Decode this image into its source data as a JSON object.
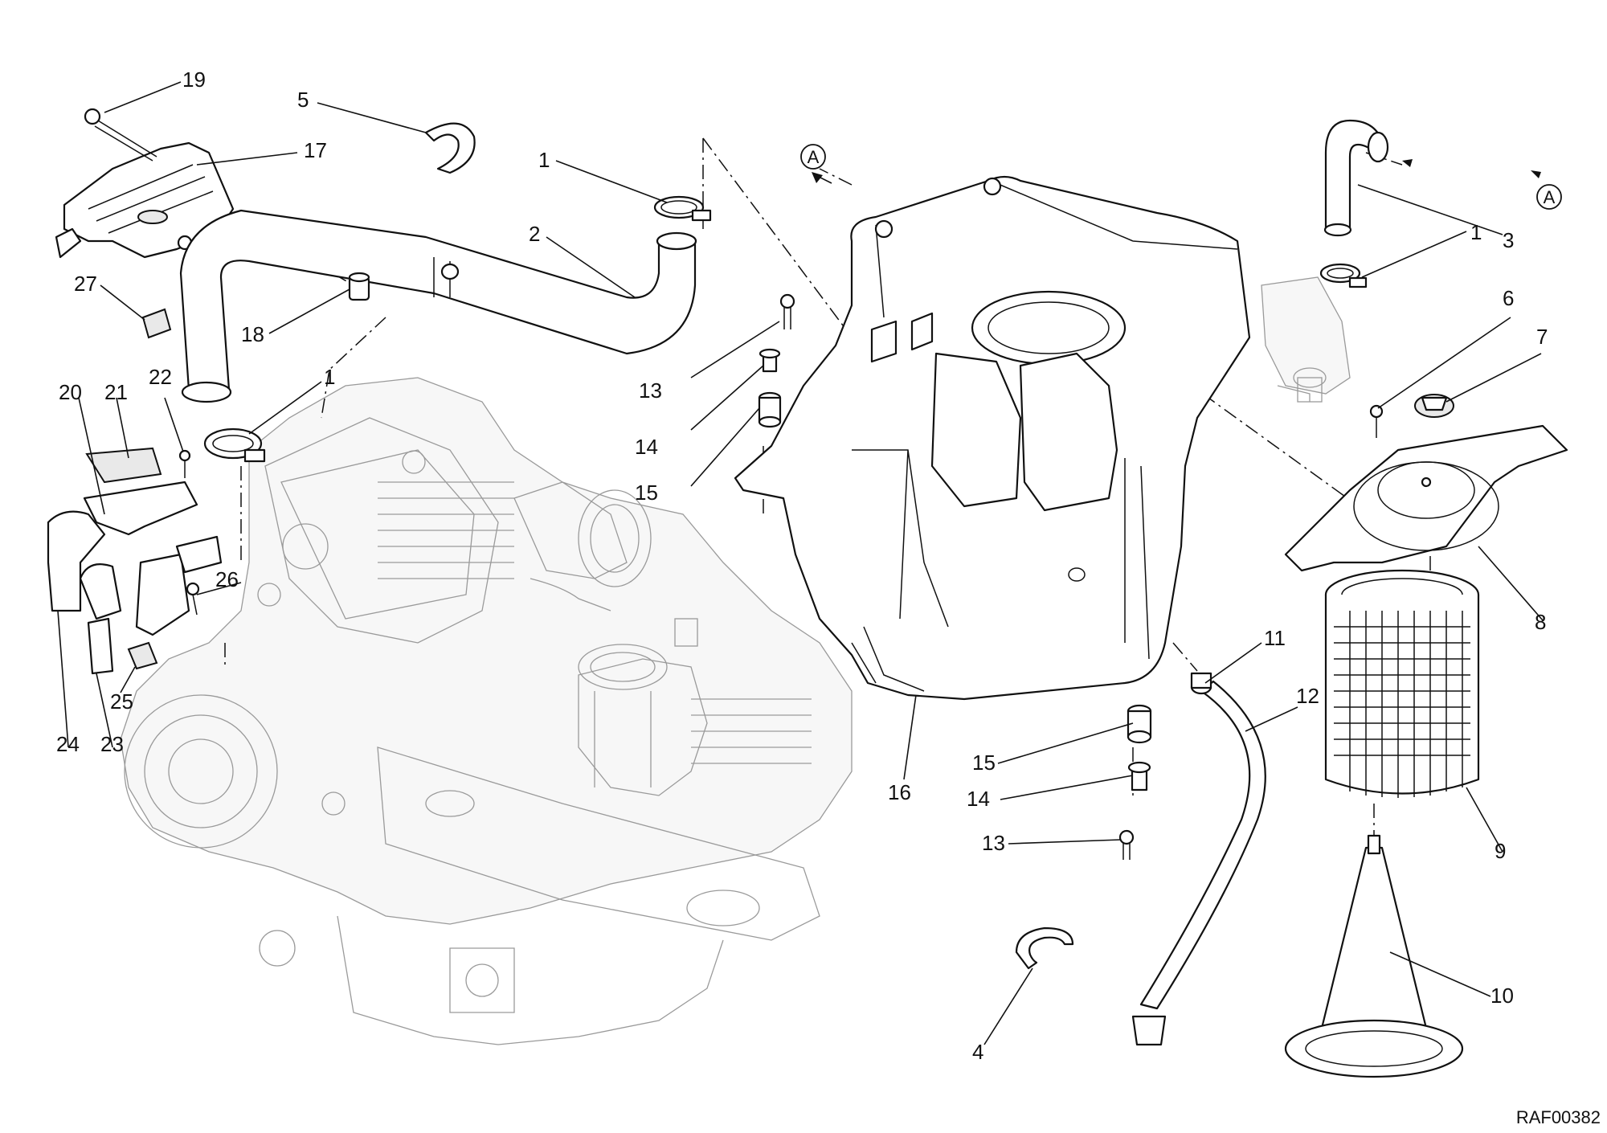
{
  "drawing": {
    "reference_code": "RAF00382",
    "connection_tag": "A"
  },
  "callouts": [
    {
      "id": "c19",
      "label": "19"
    },
    {
      "id": "c5",
      "label": "5"
    },
    {
      "id": "c17",
      "label": "17"
    },
    {
      "id": "c1a",
      "label": "1"
    },
    {
      "id": "c2",
      "label": "2"
    },
    {
      "id": "c27",
      "label": "27"
    },
    {
      "id": "c18",
      "label": "18"
    },
    {
      "id": "c1b",
      "label": "1"
    },
    {
      "id": "c13a",
      "label": "13"
    },
    {
      "id": "c14a",
      "label": "14"
    },
    {
      "id": "c15a",
      "label": "15"
    },
    {
      "id": "c20",
      "label": "20"
    },
    {
      "id": "c21",
      "label": "21"
    },
    {
      "id": "c22",
      "label": "22"
    },
    {
      "id": "c26",
      "label": "26"
    },
    {
      "id": "c25",
      "label": "25"
    },
    {
      "id": "c24",
      "label": "24"
    },
    {
      "id": "c23",
      "label": "23"
    },
    {
      "id": "c3",
      "label": "3"
    },
    {
      "id": "c1c",
      "label": "1"
    },
    {
      "id": "c6",
      "label": "6"
    },
    {
      "id": "c7",
      "label": "7"
    },
    {
      "id": "c8",
      "label": "8"
    },
    {
      "id": "c11",
      "label": "11"
    },
    {
      "id": "c12",
      "label": "12"
    },
    {
      "id": "c16",
      "label": "16"
    },
    {
      "id": "c15b",
      "label": "15"
    },
    {
      "id": "c14b",
      "label": "14"
    },
    {
      "id": "c13b",
      "label": "13"
    },
    {
      "id": "c9",
      "label": "9"
    },
    {
      "id": "c10",
      "label": "10"
    },
    {
      "id": "c4",
      "label": "4"
    }
  ]
}
